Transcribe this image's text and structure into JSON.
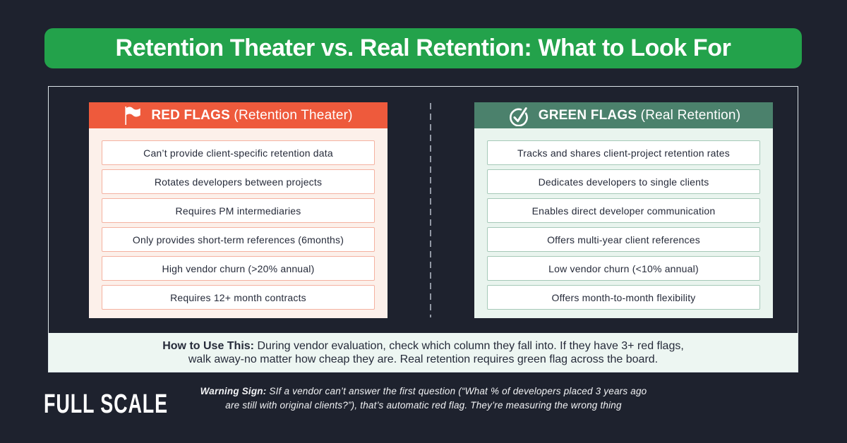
{
  "theme": {
    "page_bg": "#1e222e",
    "banner_green": "#23a24b",
    "red": "#ee5a3c",
    "red_panel": "#fcf0ea",
    "red_item_border": "#f4b2a1",
    "green": "#4b816c",
    "green_panel": "#e9f4ee",
    "green_item_border": "#a6c9b8",
    "band_bg": "#edf6f2",
    "ink": "#262b3a",
    "divider": "#9298a4",
    "frame_border": "#dce4e8"
  },
  "title": {
    "text": "Retention Theater vs. Real Retention: What to Look For"
  },
  "columns": {
    "red": {
      "heading_bold": "RED FLAGS",
      "heading_rest": " (Retention Theater)",
      "icon": "flag-icon",
      "items": [
        "Can’t provide client-specific retention data",
        "Rotates developers between projects",
        "Requires PM intermediaries",
        "Only provides short-term references (6months)",
        "High vendor churn (>20% annual)",
        "Requires 12+ month contracts"
      ]
    },
    "green": {
      "heading_bold": "GREEN FLAGS",
      "heading_rest": " (Real Retention)",
      "icon": "check-circle-icon",
      "items": [
        "Tracks and shares client-project retention rates",
        "Dedicates developers to single clients",
        "Enables direct developer communication",
        "Offers multi-year client references",
        "Low vendor churn (<10% annual)",
        "Offers month-to-month flexibility"
      ]
    }
  },
  "how_to": {
    "label": "How to Use This:",
    "line1_rest": " During vendor evaluation, check which column they fall into. If they have 3+ red flags,",
    "line2": "walk away-no matter how cheap they are. Real retention requires green flag across the board."
  },
  "footer": {
    "logo_text": "FULL SCALE",
    "warning_label": "Warning Sign:",
    "warning_line1_rest": " SIf a vendor can’t answer the first question (“What % of developers placed 3 years ago",
    "warning_line2": "are still with original clients?”), that’s automatic red flag. They’re measuring the wrong thing"
  }
}
